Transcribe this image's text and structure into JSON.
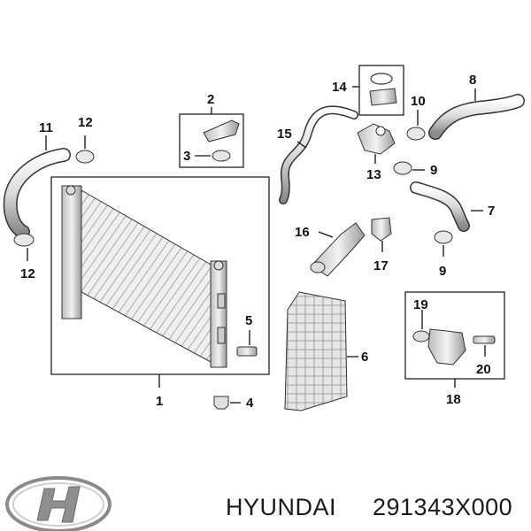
{
  "diagram": {
    "callouts": {
      "c1": "1",
      "c2": "2",
      "c3": "3",
      "c4": "4",
      "c5": "5",
      "c6": "6",
      "c7": "7",
      "c8": "8",
      "c9a": "9",
      "c9b": "9",
      "c10": "10",
      "c11": "11",
      "c12a": "12",
      "c12b": "12",
      "c13": "13",
      "c14": "14",
      "c15": "15",
      "c16": "16",
      "c17": "17",
      "c18": "18",
      "c19": "19",
      "c20": "20"
    }
  },
  "footer": {
    "brand": "HYUNDAI",
    "part_number": "291343X000",
    "logo_icon": "hyundai-logo-icon"
  }
}
